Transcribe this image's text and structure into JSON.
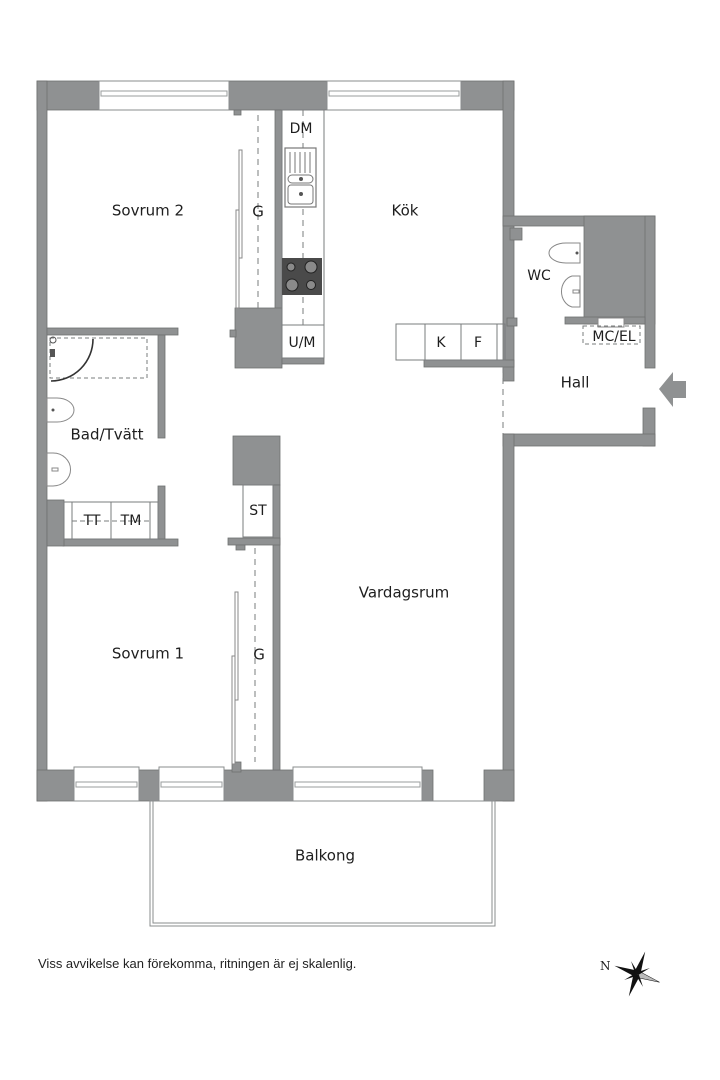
{
  "floorplan": {
    "rooms": [
      {
        "id": "sovrum2",
        "label": "Sovrum 2"
      },
      {
        "id": "kok",
        "label": "Kök"
      },
      {
        "id": "garderob_top",
        "label": "G"
      },
      {
        "id": "dm",
        "label": "DM"
      },
      {
        "id": "um",
        "label": "U/M"
      },
      {
        "id": "wc",
        "label": "WC"
      },
      {
        "id": "mcel",
        "label": "MC/EL"
      },
      {
        "id": "k",
        "label": "K"
      },
      {
        "id": "f",
        "label": "F"
      },
      {
        "id": "hall",
        "label": "Hall"
      },
      {
        "id": "bad",
        "label": "Bad/Tvätt"
      },
      {
        "id": "tt",
        "label": "TT"
      },
      {
        "id": "tm",
        "label": "TM"
      },
      {
        "id": "st",
        "label": "ST"
      },
      {
        "id": "vardagsrum",
        "label": "Vardagsrum"
      },
      {
        "id": "sovrum1",
        "label": "Sovrum 1"
      },
      {
        "id": "garderob_bottom",
        "label": "G"
      },
      {
        "id": "balkong",
        "label": "Balkong"
      }
    ],
    "entrance_marker": "entrance-arrow",
    "compass": {
      "label": "N"
    },
    "disclaimer": "Viss avvikelse kan förekomma, ritningen är ej skalenlig.",
    "colors": {
      "wall": "#8f9192",
      "line": "#7a7c7d",
      "text": "#1e1e1e"
    }
  }
}
